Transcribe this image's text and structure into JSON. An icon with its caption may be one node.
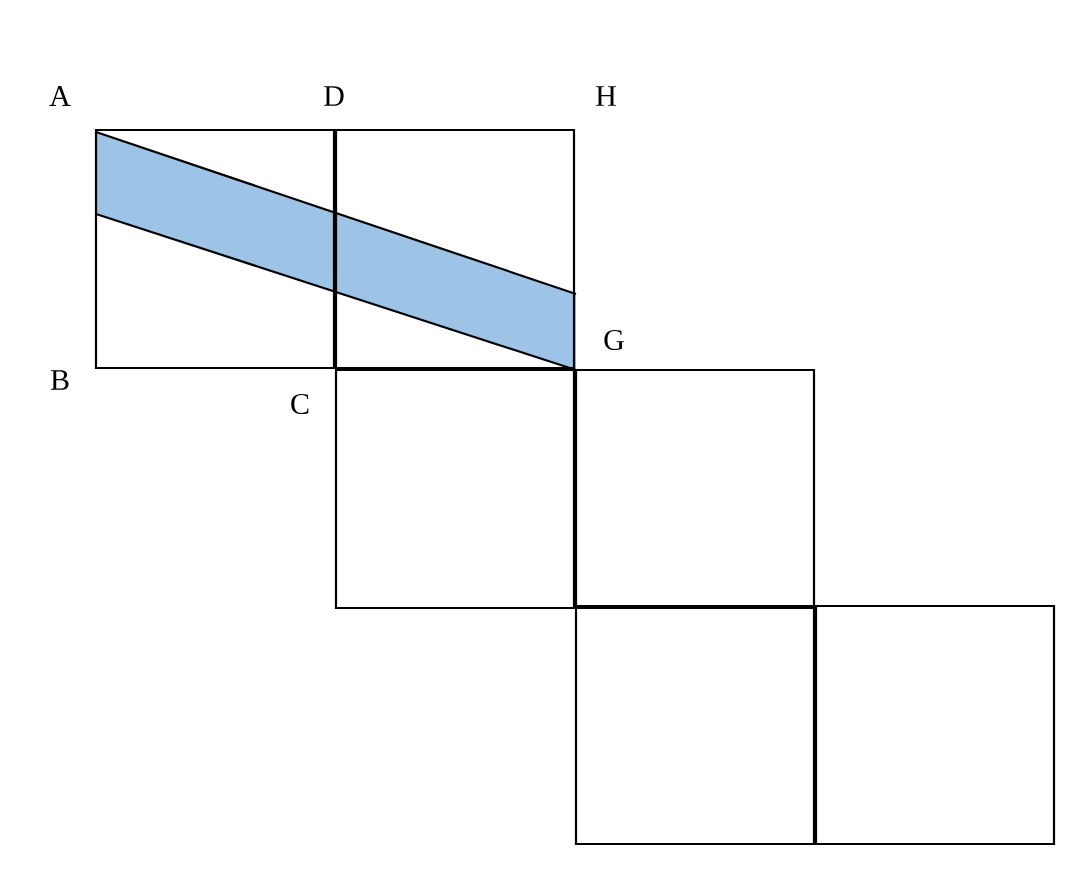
{
  "diagram": {
    "labels": [
      "A",
      "D",
      "H",
      "B",
      "C",
      "G"
    ]
  }
}
